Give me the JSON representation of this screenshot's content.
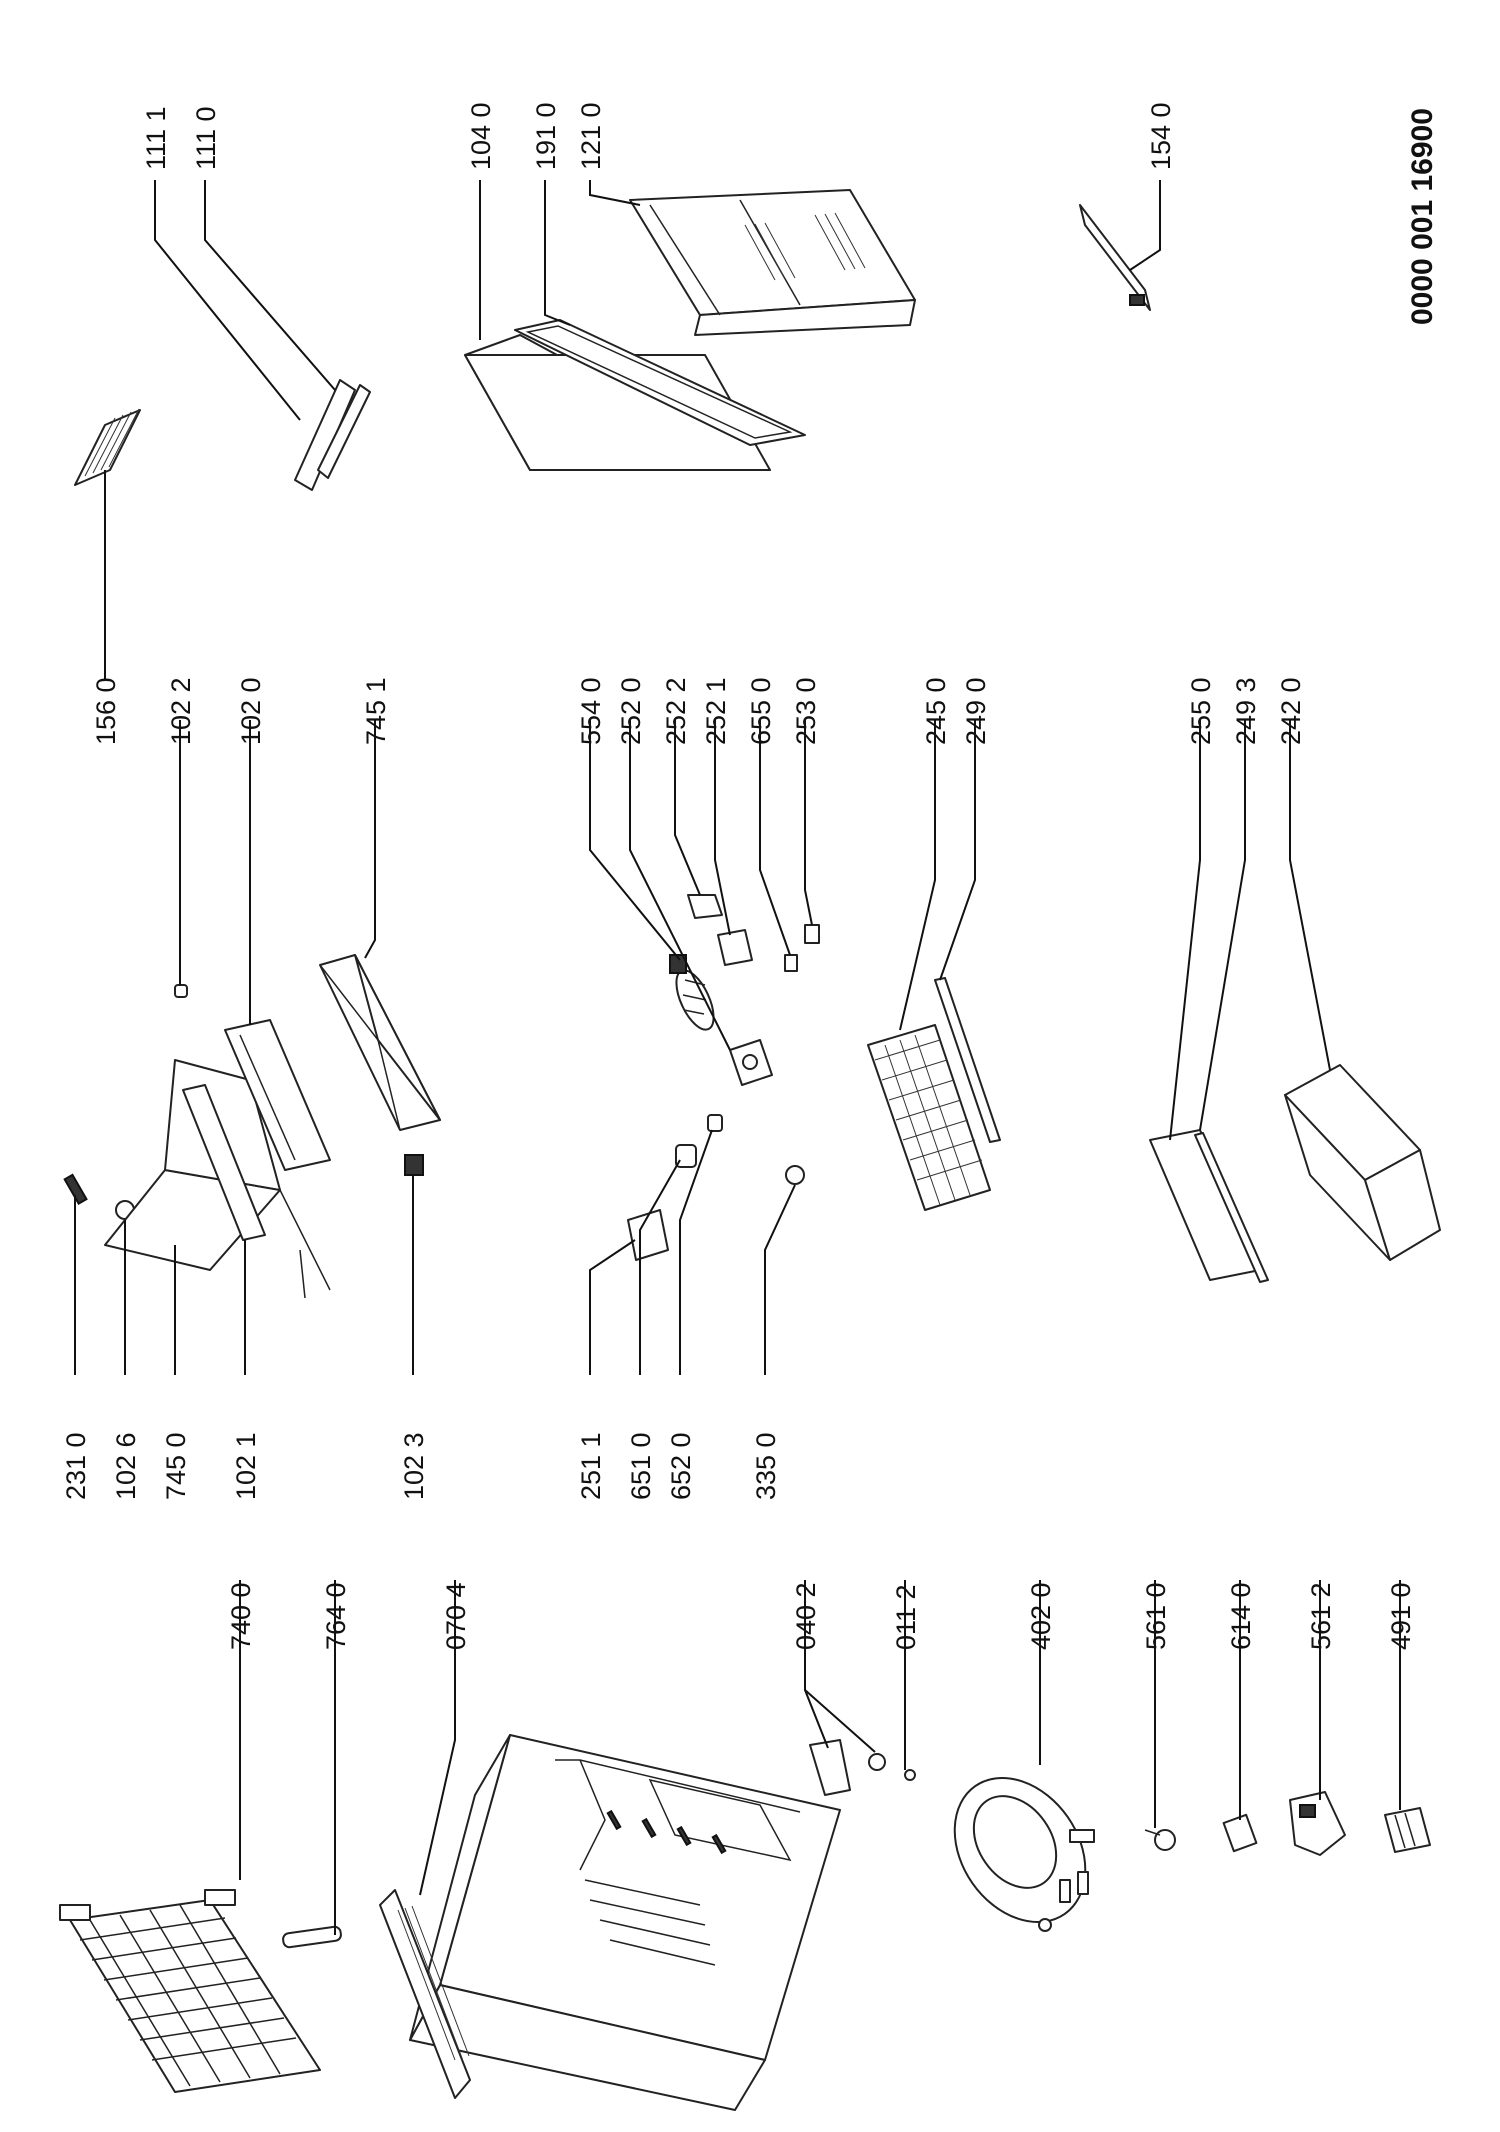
{
  "document_number": "0000 001 16900",
  "part_labels": {
    "p7400": "740 0",
    "p7640": "764 0",
    "p0704": "070 4",
    "p0402": "040 2",
    "p0112": "011 2",
    "p4020": "402 0",
    "p5610": "561 0",
    "p6140": "614 0",
    "p5612": "561 2",
    "p4910": "491 0",
    "p2310": "231 0",
    "p1026": "102 6",
    "p7450": "745 0",
    "p1021": "102 1",
    "p1023": "102 3",
    "p2511": "251 1",
    "p6510": "651 0",
    "p6520": "652 0",
    "p3350": "335 0",
    "p1560": "156 0",
    "p1022": "102 2",
    "p1020": "102 0",
    "p7451": "745 1",
    "p5540": "554 0",
    "p2520": "252 0",
    "p2522": "252 2",
    "p2521": "252 1",
    "p6550": "655 0",
    "p2530": "253 0",
    "p2450": "245 0",
    "p2490": "249 0",
    "p2550": "255 0",
    "p2493": "249 3",
    "p2420": "242 0",
    "p1111": "111 1",
    "p1110": "111 0",
    "p1040": "104 0",
    "p1910": "191 0",
    "p1210": "121 0",
    "p1540": "154 0"
  }
}
